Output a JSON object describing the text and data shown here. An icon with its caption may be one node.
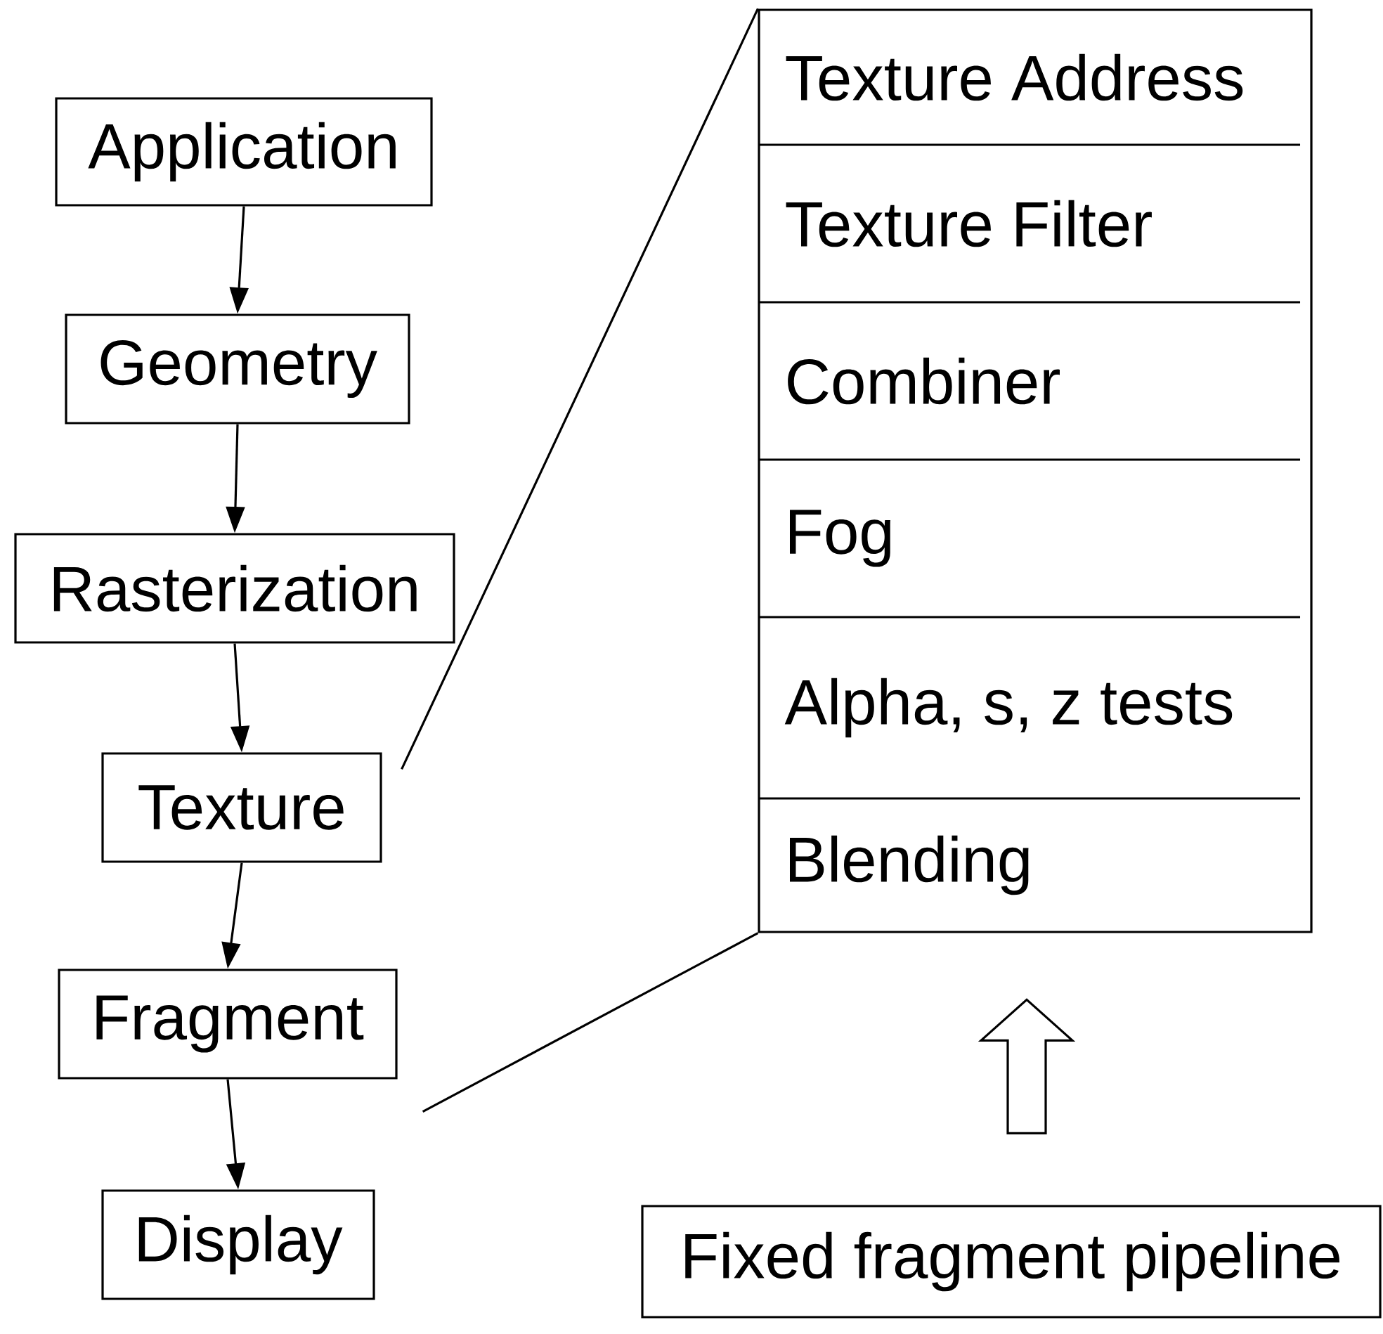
{
  "diagram": {
    "nodes": [
      {
        "text": [
          "Application"
        ]
      },
      {
        "text": [
          "Geometry"
        ]
      },
      {
        "text": [
          "Rasterization"
        ]
      },
      {
        "text": [
          "Texture"
        ]
      },
      {
        "text": [
          "Fragment"
        ]
      },
      {
        "text": [
          "Display"
        ]
      },
      {
        "text": [],
        "shape": "box"
      },
      {
        "text": [
          "Texture Address"
        ],
        "in": 6
      },
      {
        "text": [
          "Texture Filter"
        ],
        "in": 6
      },
      {
        "text": [
          "Combiner"
        ],
        "in": 6
      },
      {
        "text": [
          "Fog"
        ],
        "in": 6
      },
      {
        "text": [
          "Alpha, s, z tests"
        ],
        "in": 6
      },
      {
        "text": [
          "Blending"
        ],
        "in": 6
      },
      {
        "text": [
          "Fixed fragment pipeline"
        ]
      }
    ],
    "edges": [
      {
        "from": 0,
        "to": 1,
        "arrow": "to"
      },
      {
        "from": 1,
        "to": 2,
        "arrow": "to"
      },
      {
        "from": 2,
        "to": 3,
        "arrow": "to"
      },
      {
        "from": 3,
        "to": 4,
        "arrow": "to"
      },
      {
        "from": 4,
        "to": 5,
        "arrow": "to"
      },
      {
        "from": 3,
        "to": 6,
        "arrow": "none"
      },
      {
        "from": 4,
        "to": 6,
        "arrow": "none"
      },
      {
        "from": 13,
        "to": 6,
        "arrow": "to",
        "style": "thick"
      }
    ]
  }
}
